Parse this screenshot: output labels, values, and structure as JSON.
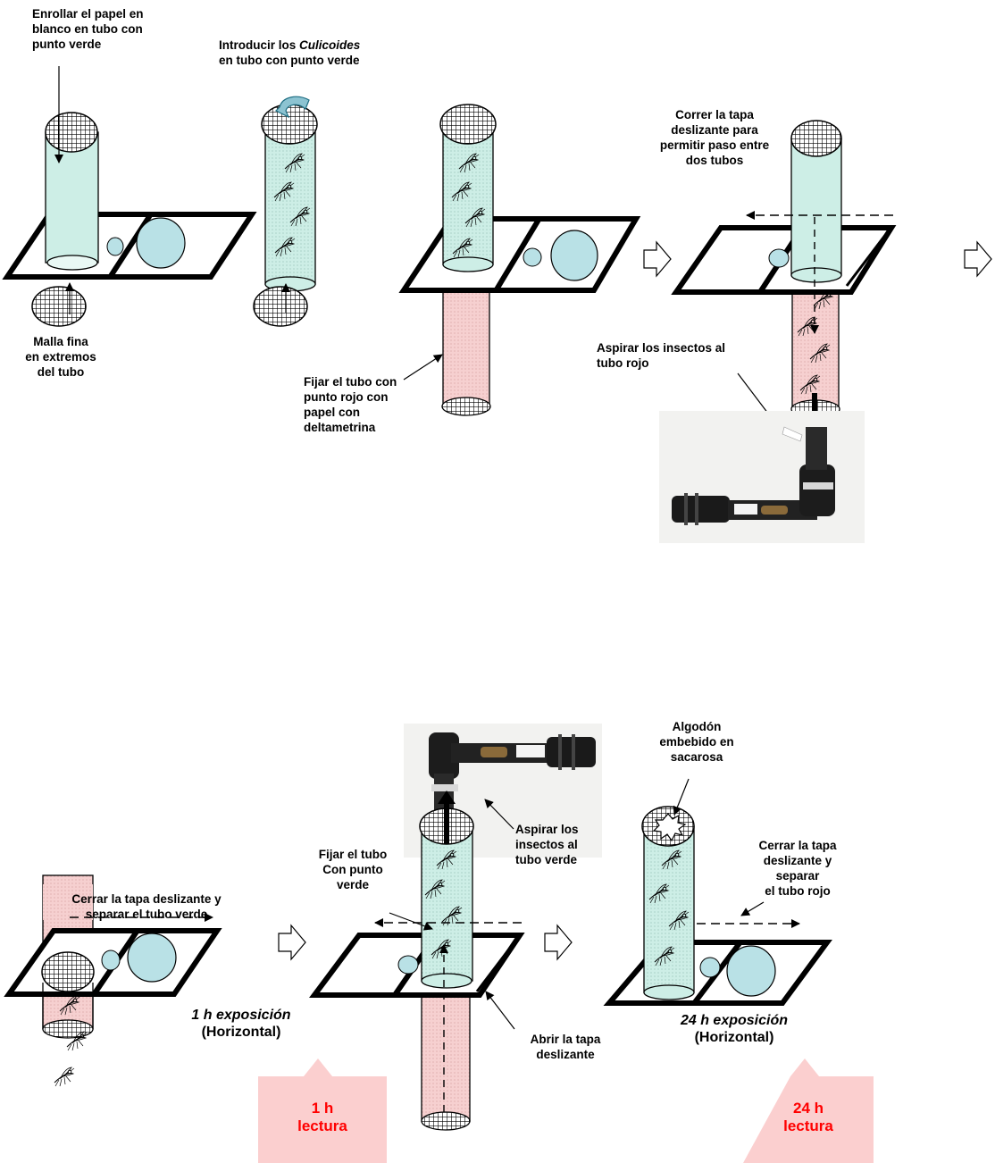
{
  "labels": {
    "roll_paper": "Enrollar el papel en\nblanco en tubo con\npunto verde",
    "introduce_pre": "Introducir los ",
    "introduce_italic": "Culicoides",
    "introduce_post": "\nen tubo con punto verde",
    "fine_mesh": "Malla fina\nen extremos\ndel tubo",
    "fix_red_tube": "Fijar el tubo con\npunto rojo con\npapel con\ndeltametrina",
    "slide_open": "Correr la tapa\ndeslizante para\npermitir paso entre\ndos tubos",
    "aspirate_red": "Aspirar los insectos al\ntubo rojo",
    "close_separate_green": "Cerrar la tapa deslizante y\nseparar el tubo verde",
    "fix_green_tube": "Fijar el tubo\nCon punto\nverde",
    "aspirate_green": "Aspirar los\ninsectos al\ntubo verde",
    "open_lid": "Abrir la tapa\ndeslizante",
    "cotton_sucrose": "Algodón\nembebido en\nsacarosa",
    "close_separate_red": "Cerrar la tapa\ndeslizante y\nseparar\nel tubo rojo",
    "exposure_1h_italic": "1 h exposición",
    "exposure_1h_sub": "(Horizontal)",
    "exposure_24h_italic": "24 h exposición",
    "exposure_24h_sub": "(Horizontal)"
  },
  "readings": {
    "first": "1 h\nlectura",
    "second": "24 h\nlectura"
  },
  "colors": {
    "green_tube": "#cdeee6",
    "red_tube": "#f6d0d0",
    "hole_fill": "#b9e1e6",
    "reading_bg": "#fbcfcf",
    "reading_text": "#ff0000",
    "photo_bg": "#f2f2f0"
  },
  "icons": [
    "mesh-cap-icon",
    "mosquito-icon",
    "process-arrow-icon",
    "aspirator-photo-icon",
    "cotton-burst-icon"
  ]
}
